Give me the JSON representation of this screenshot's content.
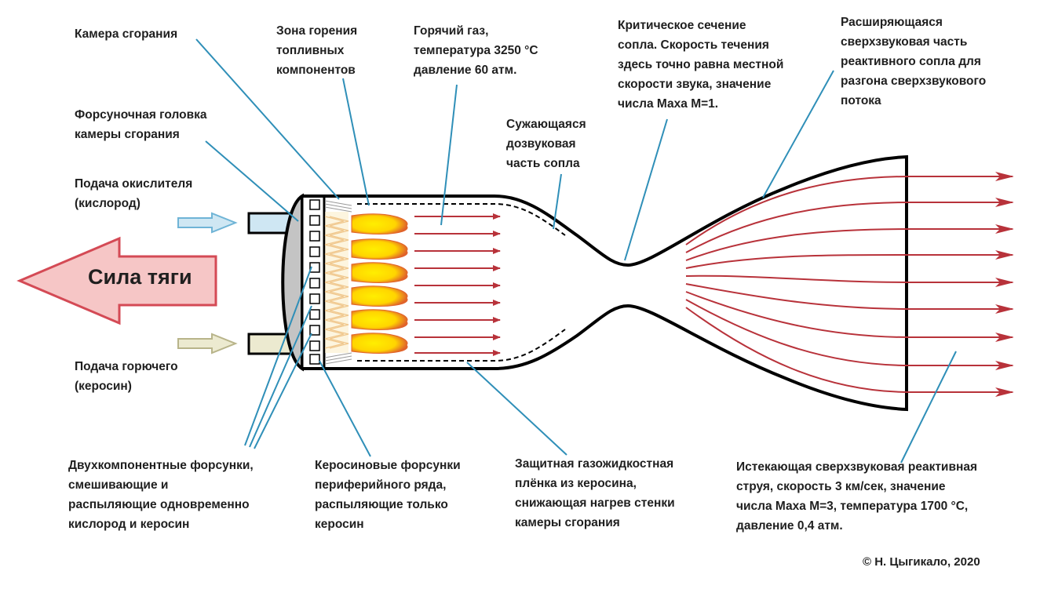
{
  "thrust_label": "Сила тяги",
  "labels": {
    "chamber": "Камера сгорания",
    "injector_head": "Форсуночная головка\nкамеры сгорания",
    "oxidizer_feed": "Подача окислителя\n(кислород)",
    "fuel_feed": "Подача горючего\n(керосин)",
    "combustion_zone": "Зона горения\nтопливных\nкомпонентов",
    "hot_gas": "Горячий газ,\nтемпература 3250 °C\nдавление 60 атм.",
    "converging": "Сужающаяся\nдозвуковая\nчасть сопла",
    "throat": "Критическое сечение\nсопла. Скорость течения\nздесь точно равна местной\nскорости звука, значение\nчисла Маха M=1.",
    "diverging": "Расширяющаяся\nсверхзвуковая часть\nреактивного сопла для\nразгона сверхзвукового\nпотока",
    "bipropellant_injectors": "Двухкомпонентные форсунки,\nсмешивающие и\nраспыляющие одновременно\nкислород и керосин",
    "kerosene_injectors": "Керосиновые форсунки\nпериферийного ряда,\nраспыляющие только\nкеросин",
    "film_cooling": "Защитная газожидкостная\nплёнка из керосина,\nснижающая нагрев стенки\nкамеры сгорания",
    "exhaust_jet": "Истекающая сверхзвуковая реактивная\nструя, скорость 3 км/сек, значение\nчисла Маха M=3, температура 1700 °C,\nдавление 0,4 атм."
  },
  "credit": "© Н. Цыгикало, 2020",
  "colors": {
    "leader_lines": "#2f8fb8",
    "flow_arrows": "#b8323a",
    "thrust_fill": "#f6c6c6",
    "thrust_stroke": "#d44a55",
    "oxidizer_fill": "#cfe7f3",
    "fuel_fill": "#ecead0",
    "flame_core": "#ffee00",
    "flame_outer": "#e0632b",
    "nozzle_wall": "#000000"
  }
}
